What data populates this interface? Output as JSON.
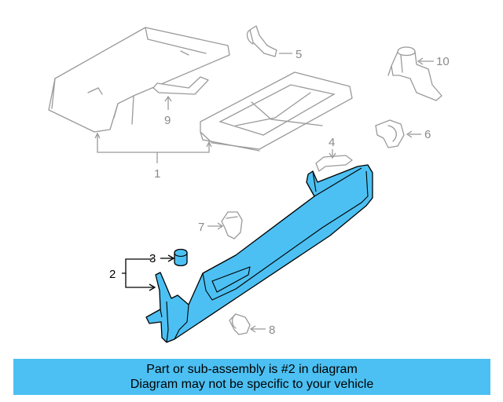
{
  "callouts": {
    "c1": "1",
    "c2": "2",
    "c3": "3",
    "c4": "4",
    "c5": "5",
    "c6": "6",
    "c7": "7",
    "c8": "8",
    "c9": "9",
    "c10": "10"
  },
  "highlight_color": "#4cc0f2",
  "footer": {
    "line1": "Part or sub-assembly is #2 in diagram",
    "line2": "Diagram may not be specific to your vehicle"
  }
}
